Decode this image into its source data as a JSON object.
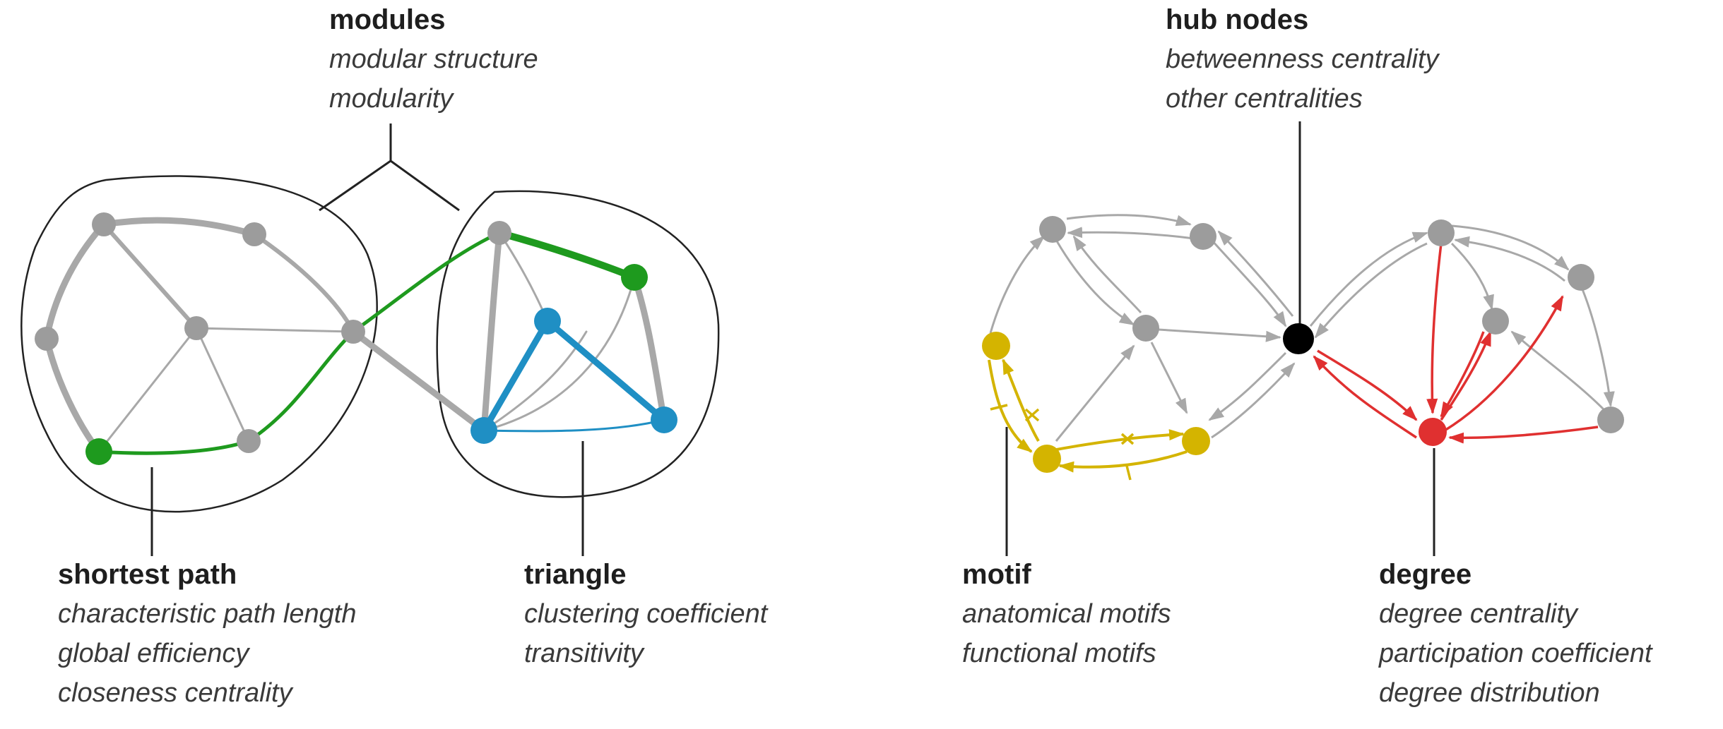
{
  "labels": {
    "modules": {
      "title": "modules",
      "lines": [
        "modular structure",
        "modularity"
      ]
    },
    "shortest_path": {
      "title": "shortest path",
      "lines": [
        "characteristic path length",
        "global efficiency",
        "closeness centrality"
      ]
    },
    "triangle": {
      "title": "triangle",
      "lines": [
        "clustering coefficient",
        "transitivity"
      ]
    },
    "hub_nodes": {
      "title": "hub nodes",
      "lines": [
        "betweenness centrality",
        "other centralities"
      ]
    },
    "motif": {
      "title": "motif",
      "lines": [
        "anatomical motifs",
        "functional motifs"
      ]
    },
    "degree": {
      "title": "degree",
      "lines": [
        "degree centrality",
        "participation coefficient",
        "degree distribution"
      ]
    }
  },
  "colors": {
    "edge": "#a8a8a8",
    "node": "#9c9c9c",
    "outline": "#222222",
    "shortest_path": "#1e9a1e",
    "triangle": "#1f8fc4",
    "hub": "#000000",
    "motif": "#d4b400",
    "degree": "#e03030"
  }
}
